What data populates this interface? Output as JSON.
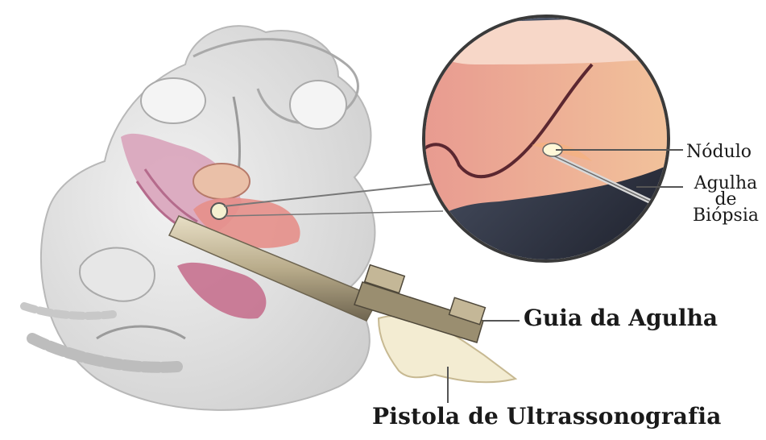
{
  "labels": {
    "nodulo": "Nódulo",
    "agulha_line1": "Agulha",
    "agulha_line2": "de",
    "agulha_line3": "Biópsia",
    "guia": "Guia da Agulha",
    "pistola": "Pistola de Ultrassonografia"
  },
  "colors": {
    "tissue_pink": "#e9a7a0",
    "tissue_orange": "#f1c49a",
    "outline_gray": "#b8b8b8",
    "body_gray": "#dedede",
    "lens_dark": "#2e3141",
    "probe_tan": "#c9bb9a",
    "handle_cream": "#f3ecd2",
    "leader_line": "#555555"
  }
}
